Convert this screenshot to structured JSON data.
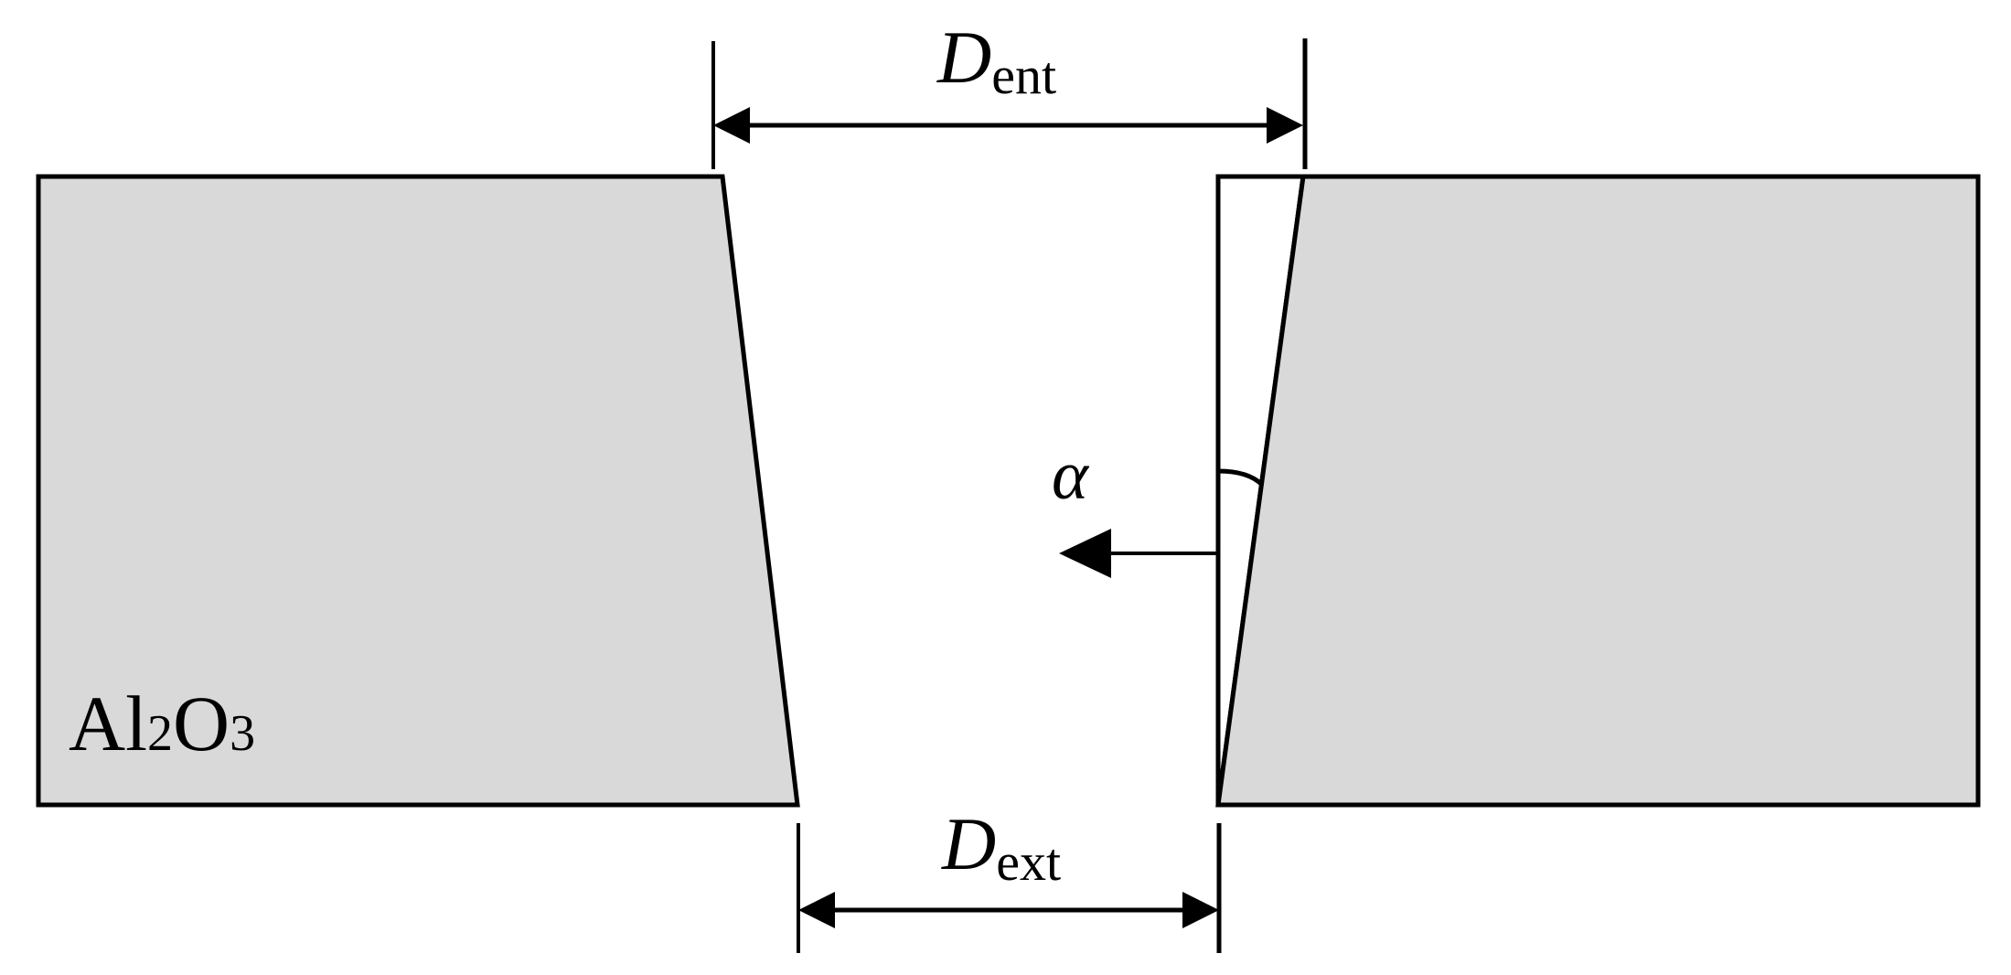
{
  "diagram": {
    "material_label": {
      "base": "Al",
      "sub1": "2",
      "mid": "O",
      "sub2": "3"
    },
    "entrance_diameter": {
      "symbol": "D",
      "subscript": "ent"
    },
    "exit_diameter": {
      "symbol": "D",
      "subscript": "ext"
    },
    "taper_angle": {
      "symbol": "α"
    },
    "colors": {
      "material_fill": "#d9d9d9",
      "stroke": "#000000",
      "background": "#ffffff"
    }
  }
}
